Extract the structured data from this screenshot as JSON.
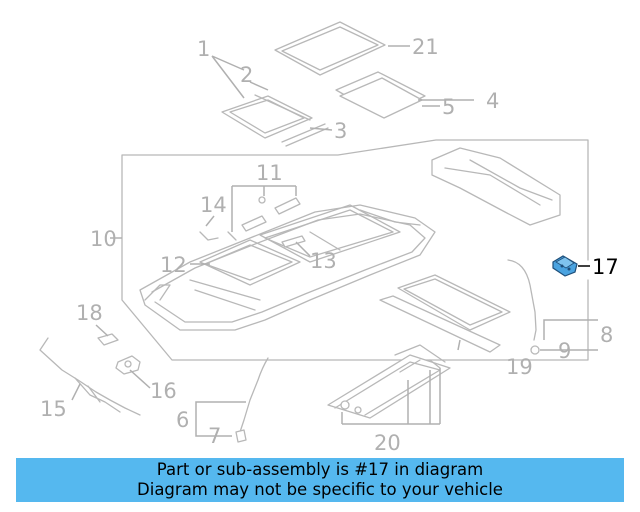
{
  "callouts": {
    "c1": "1",
    "c2": "2",
    "c3": "3",
    "c4": "4",
    "c5": "5",
    "c6": "6",
    "c7": "7",
    "c8": "8",
    "c9": "9",
    "c10": "10",
    "c11": "11",
    "c12": "12",
    "c13": "13",
    "c14": "14",
    "c15": "15",
    "c16": "16",
    "c17": "17",
    "c18": "18",
    "c19": "19",
    "c20": "20",
    "c21": "21"
  },
  "highlighted_part": "17",
  "colors": {
    "banner": "#55b8ef",
    "highlight": "#4aa3e0",
    "inactive": "#b0b0b0"
  },
  "banner": {
    "line1": "Part or sub-assembly is #17 in diagram",
    "line2": "Diagram may not be specific to your vehicle"
  }
}
